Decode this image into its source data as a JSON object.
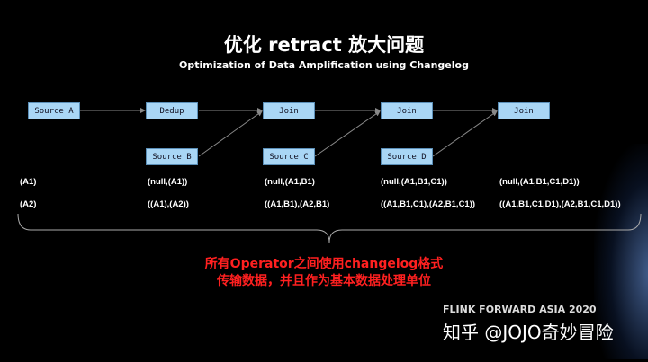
{
  "title": "优化 retract 放大问题",
  "subtitle": "Optimization of Data Amplification using Changelog",
  "nodes": {
    "source_a": "Source A",
    "dedup": "Dedup",
    "join1": "Join",
    "join2": "Join",
    "join3": "Join",
    "source_b": "Source B",
    "source_c": "Source C",
    "source_d": "Source D"
  },
  "rows": [
    [
      "(A1)",
      "(null,(A1))",
      "(null,(A1,B1)",
      "(null,(A1,B1,C1))",
      "(null,(A1,B1,C1,D1))"
    ],
    [
      "(A2)",
      "((A1),(A2))",
      "((A1,B1),(A2,B1)",
      "((A1,B1,C1),(A2,B1,C1))",
      "((A1,B1,C1,D1),(A2,B1,C1,D1))"
    ]
  ],
  "note": {
    "line1": "所有Operator之间使用changelog格式",
    "line2": "传输数据，并且作为基本数据处理单位"
  },
  "footer": "FLINK FORWARD ASIA 2020",
  "watermark": "知乎 @JOJO奇妙冒险",
  "colors": {
    "box": "#a9d6f5",
    "note": "#ff2020",
    "arrow": "#888888"
  }
}
